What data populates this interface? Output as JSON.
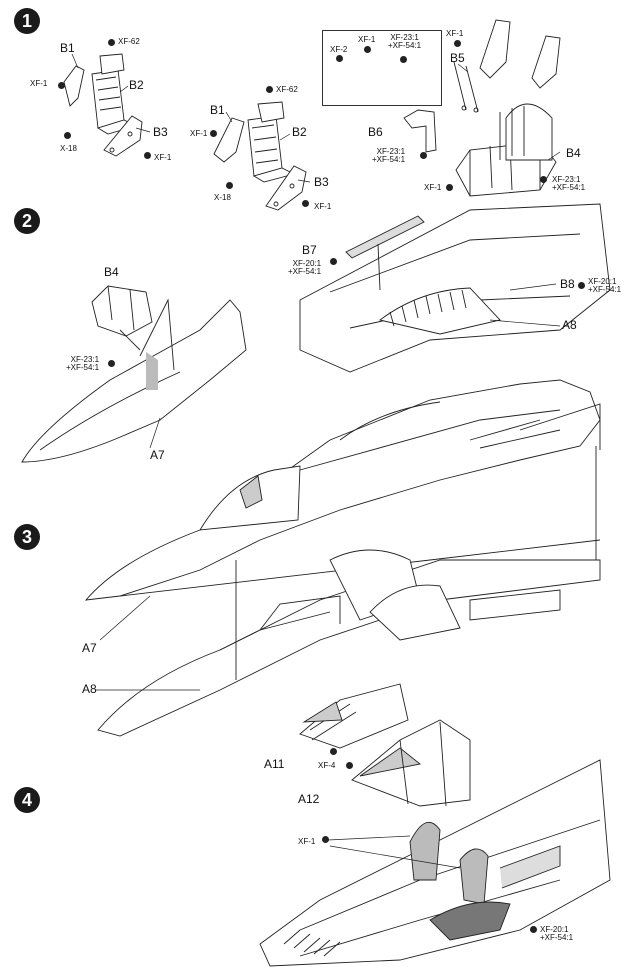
{
  "steps": [
    "1",
    "2",
    "3",
    "4"
  ],
  "parts": {
    "b1": "B1",
    "b2": "B2",
    "b3": "B3",
    "b4": "B4",
    "b5": "B5",
    "b6": "B6",
    "b7": "B7",
    "b8": "B8",
    "a7": "A7",
    "a8": "A8",
    "a11": "A11",
    "a12": "A12"
  },
  "paints": {
    "xf62": "XF-62",
    "xf1": "XF-1",
    "xf2": "XF-2",
    "x18": "X-18",
    "xf4": "XF-4",
    "xf23": "XF-23:1",
    "xf54": "+XF-54:1",
    "xf20": "XF-20:1"
  }
}
